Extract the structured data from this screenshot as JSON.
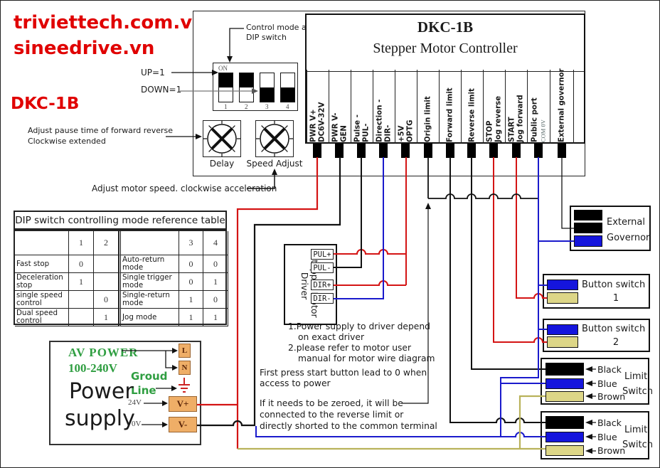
{
  "page": {
    "watermark_line1": "triviettech.com.vn",
    "watermark_line2": "sineedrive.vn",
    "model_label": "DKC-1B"
  },
  "controller": {
    "title_line1": "DKC-1B",
    "title_line2": "Stepper Motor Controller",
    "terminals": [
      {
        "line1": "PWR V+",
        "line2": "DC6V-32V"
      },
      {
        "line1": "PWR V-",
        "line2": "GEN"
      },
      {
        "line1": "Pulse -",
        "line2": "PUL-"
      },
      {
        "line1": "Direction -",
        "line2": "DIR-"
      },
      {
        "line1": "+5V",
        "line2": "OPTG"
      },
      {
        "line1": "Origin limit",
        "line2": ""
      },
      {
        "line1": "Forward limit",
        "line2": ""
      },
      {
        "line1": "Reverse limit",
        "line2": ""
      },
      {
        "line1": "STOP",
        "line2": "Jog reverse"
      },
      {
        "line1": "START",
        "line2": "Jog forward"
      },
      {
        "line1": "Public port",
        "line2": "COM 0V"
      },
      {
        "line1": "External governor",
        "line2": ""
      }
    ]
  },
  "dip_switch": {
    "callout_line1": "Control mode adjustment",
    "callout_line2": "DIP switch",
    "on_label": "ON",
    "up_label": "UP=1",
    "down_label": "DOWN=1",
    "switches": [
      {
        "number": "1",
        "position": "up"
      },
      {
        "number": "2",
        "position": "up"
      },
      {
        "number": "3",
        "position": "down"
      },
      {
        "number": "4",
        "position": "down"
      }
    ]
  },
  "knobs": {
    "delay_label": "Delay",
    "speed_label": "Speed Adjust",
    "delay_note_line1": "Adjust pause time of forward reverse",
    "delay_note_line2": "Clockwise extended",
    "speed_note": "Adjust motor speed.  clockwise acceleration"
  },
  "table": {
    "title": "DIP switch controlling mode reference table",
    "header": [
      "",
      "1",
      "2",
      "",
      "3",
      "4"
    ],
    "rows": [
      [
        "Fast stop",
        "0",
        "",
        "Auto-return mode",
        "0",
        "0"
      ],
      [
        "Deceleration stop",
        "1",
        "",
        "Single trigger mode",
        "0",
        "1"
      ],
      [
        "single speed control",
        "",
        "0",
        "Single-return mode",
        "1",
        "0"
      ],
      [
        "Dual speed control",
        "",
        "1",
        "Jog mode",
        "1",
        "1"
      ]
    ]
  },
  "power_supply": {
    "ac_label_line1": "AV POWER",
    "ac_label_line2": "100-240V",
    "name_line1": "Power",
    "name_line2": "supply",
    "ground_line1": "Groud",
    "ground_line2": "Line",
    "v24_label": "24V",
    "v0_label": "0V",
    "terminal_l": "L",
    "terminal_n": "N",
    "terminal_vplus": "V+",
    "terminal_vminus": "V-"
  },
  "driver": {
    "name_line1": "Stepper Motor",
    "name_line2": "Driver",
    "terminals": [
      "PUL+",
      "PUL-",
      "DIR+",
      "DIR-"
    ]
  },
  "notes": {
    "note1_line1": "1.Power supply to driver depend",
    "note1_line2": "on exact driver",
    "note2_line1": "2.please refer to motor user",
    "note2_line2": "manual for motor wire diagram",
    "note3_line1": "First press start button lead to 0 when",
    "note3_line2": "access to power",
    "note4_line1": "If it needs to be zeroed, it will be",
    "note4_line2": "connected to the reverse limit or",
    "note4_line3": "directly shorted to the common terminal"
  },
  "external_governor": {
    "label_line1": "External",
    "label_line2": "Governor"
  },
  "button_switches": [
    {
      "label": "Button switch",
      "number": "1"
    },
    {
      "label": "Button switch",
      "number": "2"
    }
  ],
  "limit_switches": [
    {
      "wire_labels": [
        "Black",
        "Blue",
        "Brown"
      ],
      "label_line1": "Limit",
      "label_line2": "Switch"
    },
    {
      "wire_labels": [
        "Black",
        "Blue",
        "Brown"
      ],
      "label_line1": "Limit",
      "label_line2": "Switch"
    }
  ],
  "colors": {
    "wire_red": "#d41414",
    "wire_blue": "#1a1acc",
    "wire_black": "#111111",
    "wire_brown_khaki": "#b9b25a",
    "bar_blue_fill": "#1515dd",
    "bar_khaki_fill": "#ddd687",
    "terminal_orange_fill": "#efae67",
    "accent_red_text": "#e00000",
    "green_text": "#2f9e41",
    "ground_symbol_red": "#cc2222"
  }
}
